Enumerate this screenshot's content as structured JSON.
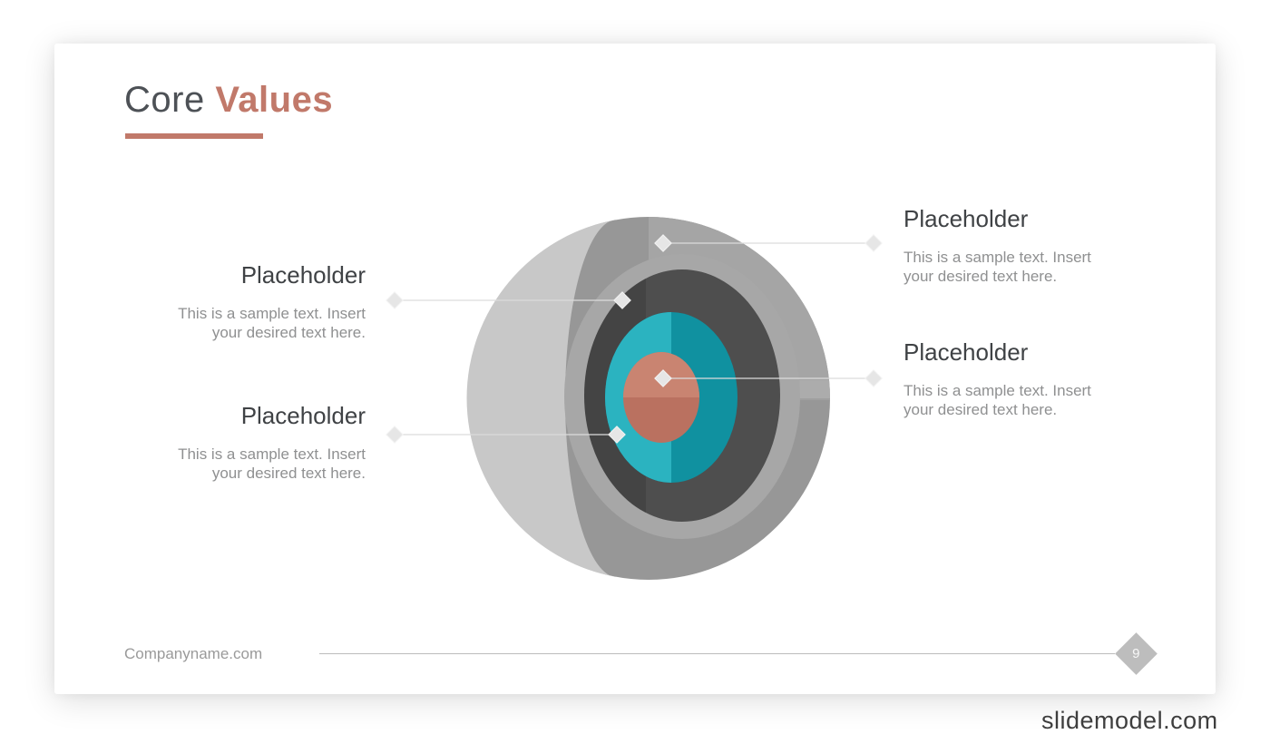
{
  "slide": {
    "title": {
      "text_primary": "Core",
      "text_accent": "Values"
    },
    "callouts": {
      "left_top": {
        "heading": "Placeholder",
        "body": "This is a sample text. Insert your desired text here."
      },
      "left_bottom": {
        "heading": "Placeholder",
        "body": "This is a sample text. Insert your desired text here."
      },
      "right_top": {
        "heading": "Placeholder",
        "body": "This is a sample text. Insert your desired text here."
      },
      "right_middle": {
        "heading": "Placeholder",
        "body": "This is a sample text. Insert your desired text here."
      }
    },
    "footer": {
      "company_name": "Companyname.com",
      "page_number": "9"
    }
  },
  "watermark": {
    "text": "slidemodel.com"
  },
  "diagram": {
    "type": "core-sphere-cutaway",
    "layers_semantic": [
      "outer-shell",
      "dark-gray-layer",
      "teal-layer",
      "salmon-core"
    ],
    "layer_colors": {
      "sphere_base": "#979797",
      "sphere_highlight": "#a5a5a5",
      "cut_inner_shell": "#c8c8c8",
      "cut_face_ring": "#a7a7a7",
      "layer_dark": "#4e4e4e",
      "teal_dark": "#1091a0",
      "teal_light": "#2bb3c0",
      "core_dark": "#ba7160",
      "core_light": "#c98471",
      "connector": "#dcdcdc",
      "marker": "#e6e6e6"
    }
  },
  "theme": {
    "accent": "#c1796a",
    "title_gray": "#4d5156",
    "heading_gray": "#3f4245",
    "body_gray": "#8f9091",
    "footer_gray": "#9a9a9a",
    "badge_gray": "#bdbdbd"
  }
}
